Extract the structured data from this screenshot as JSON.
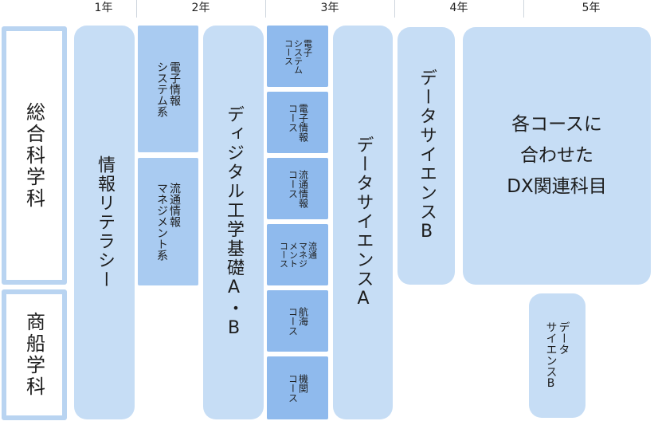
{
  "headers": {
    "y1": "1年",
    "y2": "2年",
    "y3": "3年",
    "y4": "4年",
    "y5": "5年"
  },
  "departments": {
    "general": "総合科学科",
    "merchant": "商船学科"
  },
  "courses": {
    "info_literacy": "情報リテラシー",
    "electronic_system": "電子情報\nシステム系",
    "distribution_management": "流通情報\nマネジメント系",
    "digital_eng": "ディジタル工学基礎A・B",
    "c3_electronic_system": "電子\nシステム\nコース",
    "c3_electronic_info": "電子情報\nコース",
    "c3_distribution_info": "流通情報\nコース",
    "c3_distribution_mgmt": "流通\nマネジ\nメント\nコース",
    "c3_navigation": "航海\nコース",
    "c3_engine": "機関\nコース",
    "data_science_a": "データサイエンスA",
    "data_science_b": "データサイエンスB",
    "dx_related": "各コースに\n合わせた\nDX関連科目",
    "data_science_b_small": "データ\nサイエンスB"
  },
  "colors": {
    "light": "#c6ddf5",
    "mid": "#a9cbf1",
    "dark": "#8fbaed",
    "dept_border": "#b9d4f1"
  }
}
